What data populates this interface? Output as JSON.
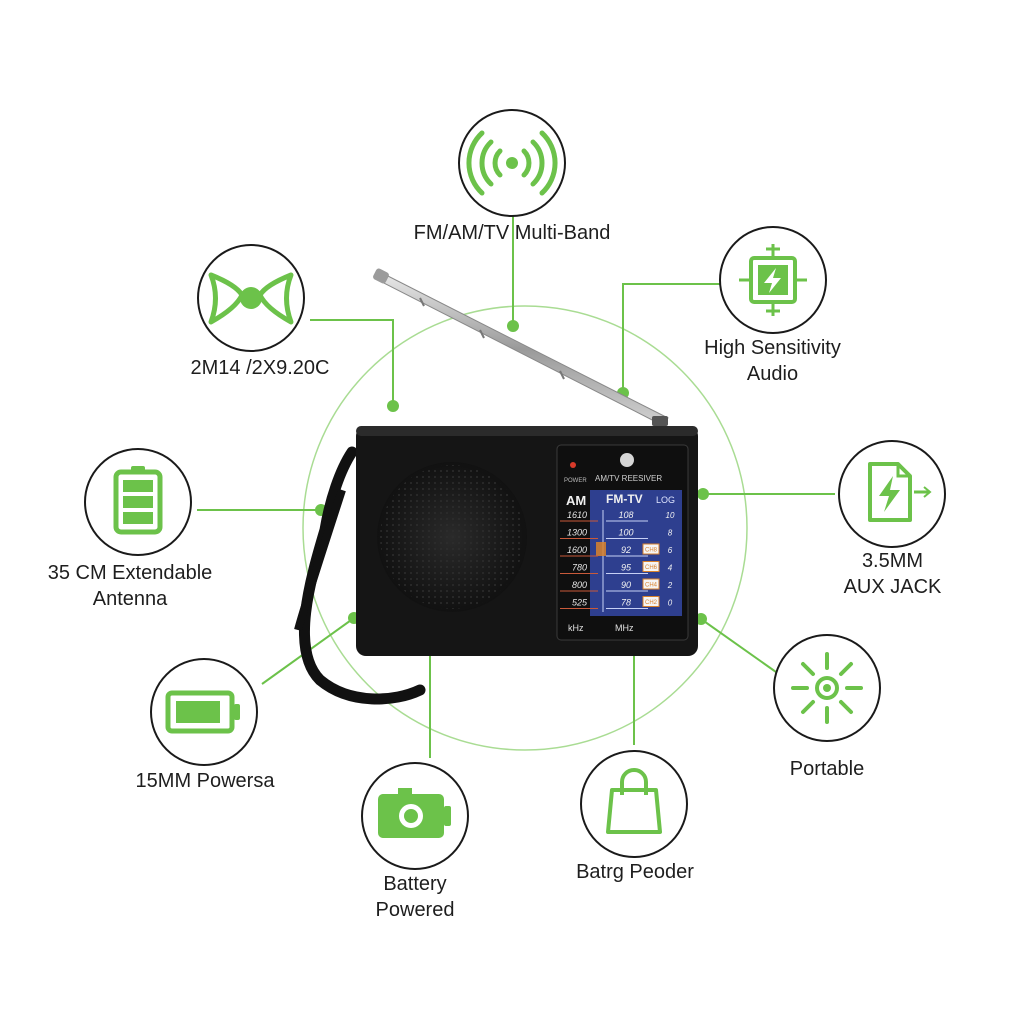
{
  "features": {
    "top": {
      "icon": "radio-signal-icon",
      "label": "FM/AM/TV Multi-Band"
    },
    "top_left": {
      "icon": "bow-tie-icon",
      "label": "2M14 /2X9.20C"
    },
    "top_right": {
      "icon": "chip-bolt-icon",
      "line1": "High Sensitivity",
      "line2": "Audio"
    },
    "left": {
      "icon": "battery-full-icon",
      "line1": "35 CM Extendable",
      "line2": "Antenna"
    },
    "right": {
      "icon": "file-bolt-icon",
      "line1": "3.5MM",
      "line2": "AUX JACK"
    },
    "lower_left": {
      "icon": "battery-horizontal-icon",
      "label": "15MM  Powersa"
    },
    "lower_right": {
      "icon": "sun-target-icon",
      "label": "Portable"
    },
    "bottom_left": {
      "icon": "camera-battery-icon",
      "line1": "Battery",
      "line2": "Powered"
    },
    "bottom_right": {
      "icon": "shopping-bag-icon",
      "label": "Batrg Peoder"
    }
  },
  "radio": {
    "power_label": "POWER",
    "brand_text": "AM/TV REESIVER",
    "band_am": "AM",
    "band_fm": "FM-TV",
    "log_label": "LOG",
    "am_scale": [
      "1610",
      "1300",
      "1600",
      "780",
      "800",
      "525"
    ],
    "fm_scale": [
      "108",
      "100",
      "92",
      "95",
      "90",
      "78"
    ],
    "log_scale": [
      "10",
      "8",
      "6",
      "4",
      "2",
      "0"
    ],
    "tv_channels": [
      "CH8",
      "CH6",
      "CH4",
      "CH2"
    ],
    "unit_khz": "kHz",
    "unit_mhz": "MHz"
  },
  "colors": {
    "accent_green": "#6cc24a",
    "radio_body": "#151515",
    "dial_blue": "#2e3f8f",
    "channel_orange": "#d9822b"
  }
}
